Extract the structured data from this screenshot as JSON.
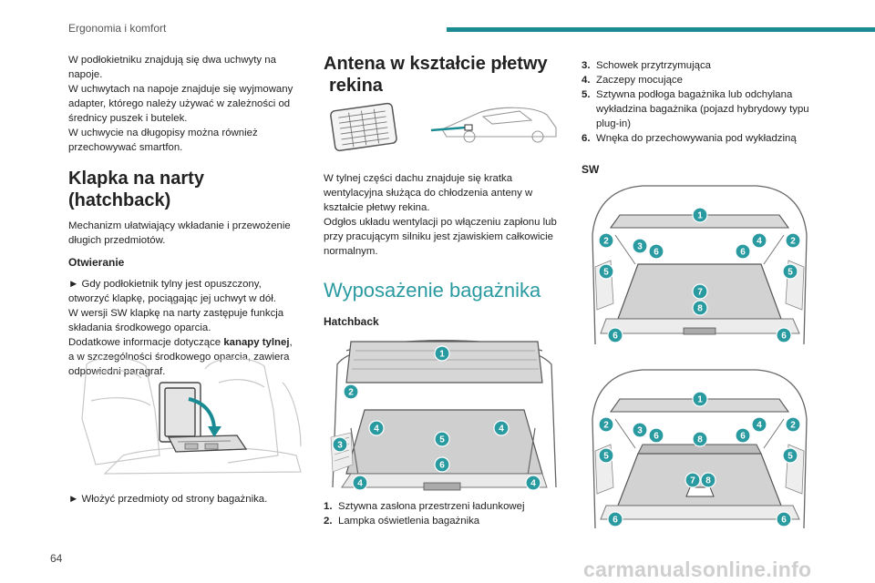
{
  "header": {
    "title": "Ergonomia i komfort"
  },
  "left": {
    "intro": [
      "W podłokietniku znajdują się dwa uchwyty na napoje.",
      "W uchwytach na napoje znajduje się wyjmowany adapter, którego należy używać w zależności od średnicy puszek i butelek.",
      "W uchwycie na długopisy można również przechowywać smartfon."
    ],
    "ski_title": "Klapka na narty (hatchback)",
    "ski_desc": "Mechanizm ułatwiający wkładanie i przewożenie długich przedmiotów.",
    "opening_heading": "Otwieranie",
    "step1_arrow": "►",
    "step1": "Gdy podłokietnik tylny jest opuszczony, otworzyć klapkę, pociągając jej uchwyt w dół.",
    "sw_note": "W wersji SW klapkę na narty zastępuje funkcja składania środkowego oparcia.",
    "more_info_pre": "Dodatkowe informacje dotyczące ",
    "more_info_bold": "kanapy tylnej",
    "more_info_post": ",",
    "more_info_2": "a w szczególności środkowego oparcia, zawiera odpowiedni paragraf.",
    "step2_arrow": "►",
    "step2": "Włożyć przedmioty od strony bagażnika."
  },
  "middle": {
    "antenna_title_1": "Antena w kształcie płetwy",
    "antenna_title_2": "rekina",
    "antenna_desc": [
      "W tylnej części dachu znajduje się kratka wentylacyjna służąca do chłodzenia anteny w kształcie płetwy rekina.",
      "Odgłos układu wentylacji po włączeniu zapłonu lub przy pracującym silniku jest zjawiskiem całkowicie normalnym."
    ],
    "trunk_title": "Wyposażenie bagażnika",
    "hatchback_heading": "Hatchback",
    "list": [
      {
        "num": "1.",
        "text": "Sztywna zasłona przestrzeni ładunkowej"
      },
      {
        "num": "2.",
        "text": "Lampka oświetlenia bagażnika"
      }
    ]
  },
  "right": {
    "list": [
      {
        "num": "3.",
        "text": "Schowek przytrzymująca"
      },
      {
        "num": "4.",
        "text": "Zaczepy mocujące"
      },
      {
        "num": "5.",
        "text": "Sztywna podłoga bagażnika lub odchylana wykładzina bagażnika (pojazd hybrydowy typu plug-in)"
      },
      {
        "num": "6.",
        "text": "Wnęka do przechowywania pod wykładziną"
      }
    ],
    "sw_heading": "SW"
  },
  "figures": {
    "hatch_badges": [
      "1",
      "2",
      "3",
      "4",
      "4",
      "5",
      "6",
      "4",
      "4"
    ],
    "sw1_badges": [
      "1",
      "2",
      "3",
      "6",
      "6",
      "4",
      "2",
      "5",
      "5",
      "7",
      "8",
      "6",
      "6"
    ],
    "sw2_badges": [
      "1",
      "2",
      "3",
      "6",
      "8",
      "6",
      "4",
      "2",
      "5",
      "5",
      "7",
      "8",
      "6",
      "6"
    ]
  },
  "footer": {
    "page_number": "64",
    "watermark": "carmanualsonline.info"
  },
  "colors": {
    "accent": "#1a8b92",
    "badge": "#2a9aa1"
  }
}
